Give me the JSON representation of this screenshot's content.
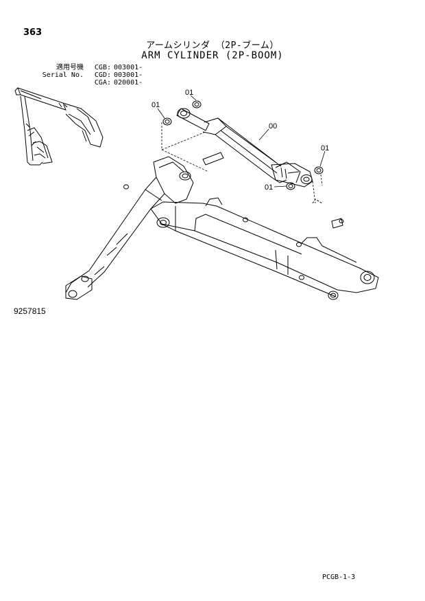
{
  "page_number": "363",
  "title_jp": "アームシリンダ （2P-ブーム）",
  "title_en": "ARM CYLINDER (2P-BOOM)",
  "serial_table": {
    "label_jp": "適用号機",
    "label_en": "Serial No.",
    "rows": [
      {
        "label": "適用号機",
        "code": "CGB:",
        "value": "003001-"
      },
      {
        "label": "Serial No.",
        "code": "CGD:",
        "value": "003001-"
      },
      {
        "label": "",
        "code": "CGA:",
        "value": "020001-"
      }
    ]
  },
  "callouts": [
    "01",
    "01",
    "00",
    "01",
    "01"
  ],
  "drawing_number": "9257815",
  "footer_code": "PCGB-1-3"
}
